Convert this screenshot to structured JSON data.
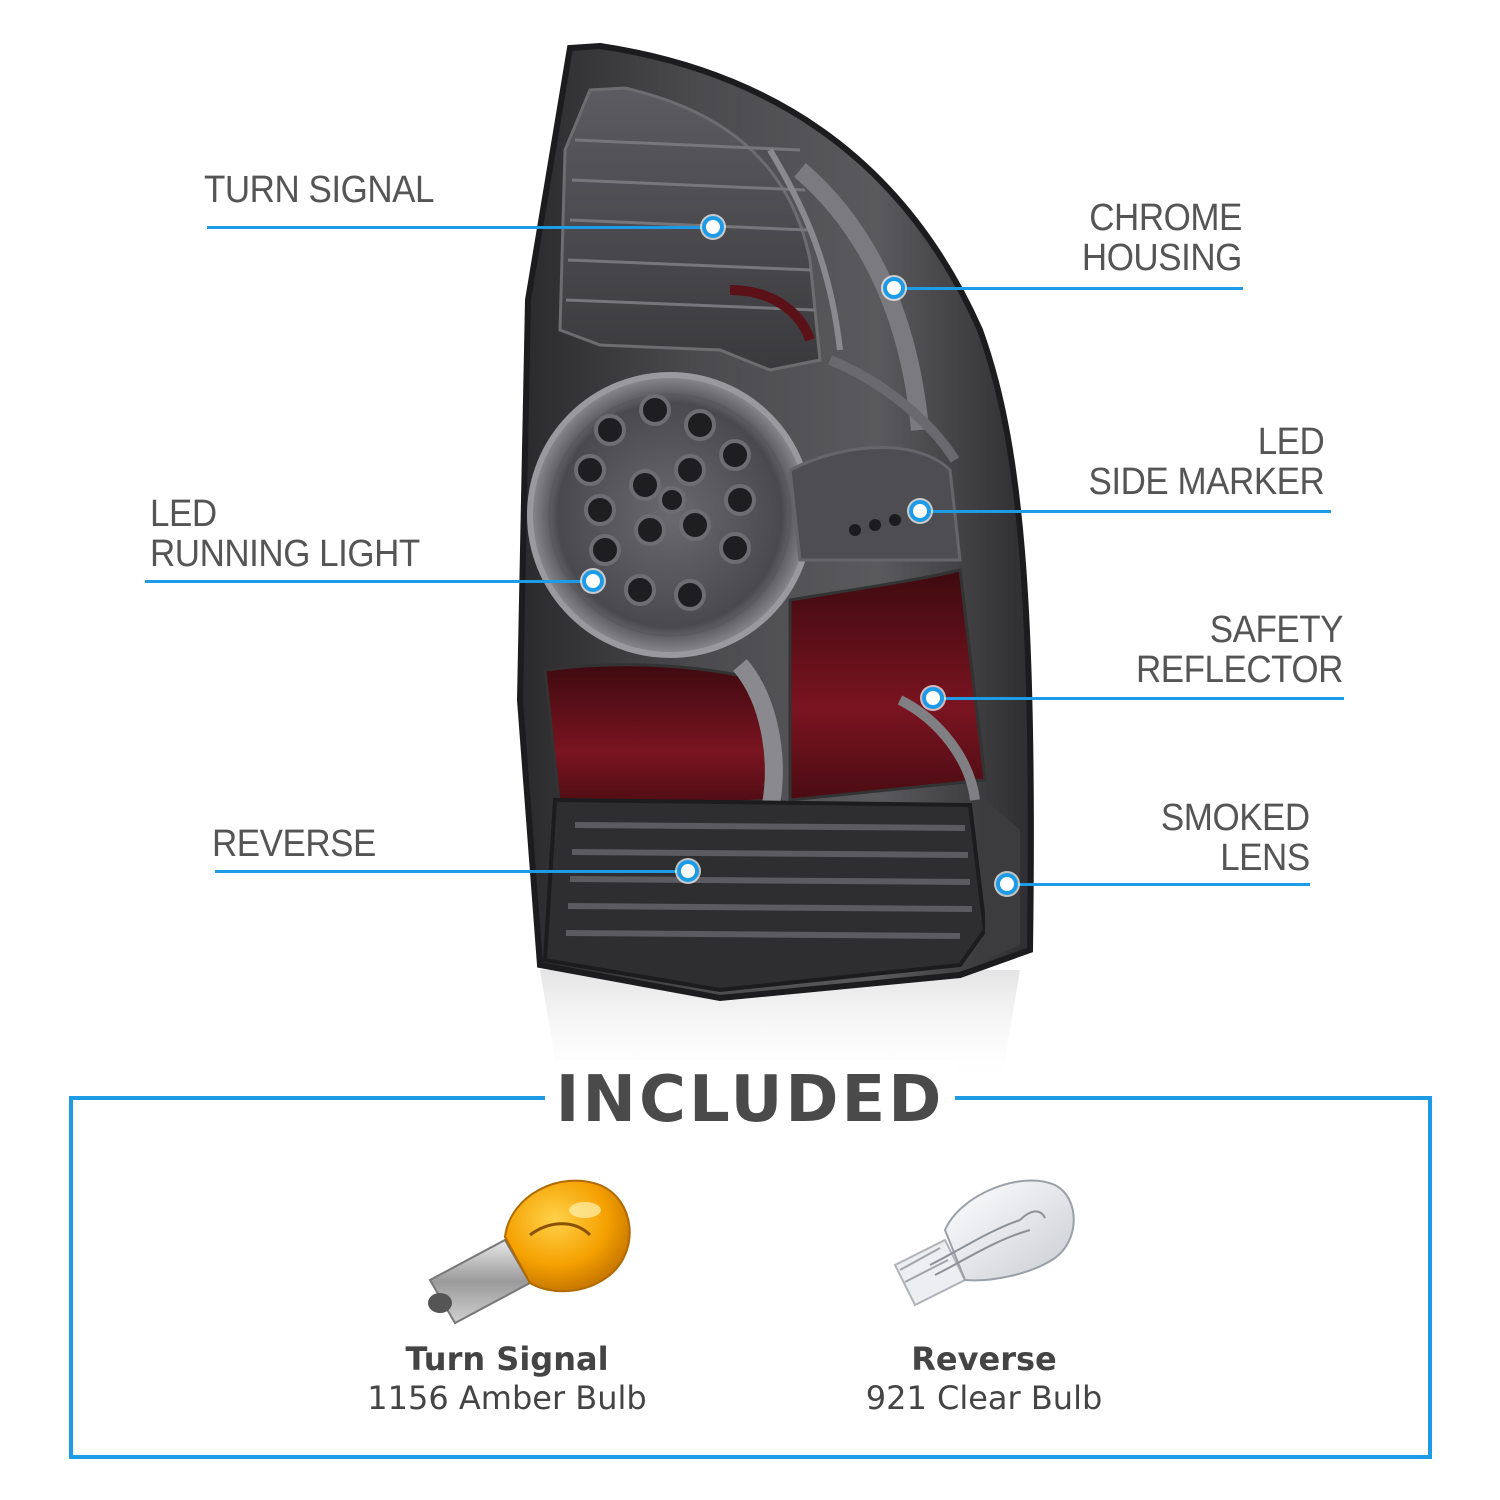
{
  "callouts": {
    "turn_signal": [
      "TURN SIGNAL"
    ],
    "chrome_housing": [
      "CHROME",
      "HOUSING"
    ],
    "led_running_light": [
      "LED",
      "RUNNING LIGHT"
    ],
    "led_side_marker": [
      "LED",
      "SIDE MARKER"
    ],
    "safety_reflector": [
      "SAFETY",
      "REFLECTOR"
    ],
    "reverse": [
      "REVERSE"
    ],
    "smoked_lens": [
      "SMOKED",
      "LENS"
    ]
  },
  "included": {
    "title": "INCLUDED",
    "items": [
      {
        "title": "Turn Signal",
        "subtitle": "1156 Amber Bulb"
      },
      {
        "title": "Reverse",
        "subtitle": "921 Clear Bulb"
      }
    ]
  },
  "colors": {
    "accent": "#1e9be6",
    "label_text": "#555555",
    "lens_smoke": "#3a3a3c",
    "reflector_red": "#6a0f18",
    "amber_bulb": "#f5a000"
  }
}
